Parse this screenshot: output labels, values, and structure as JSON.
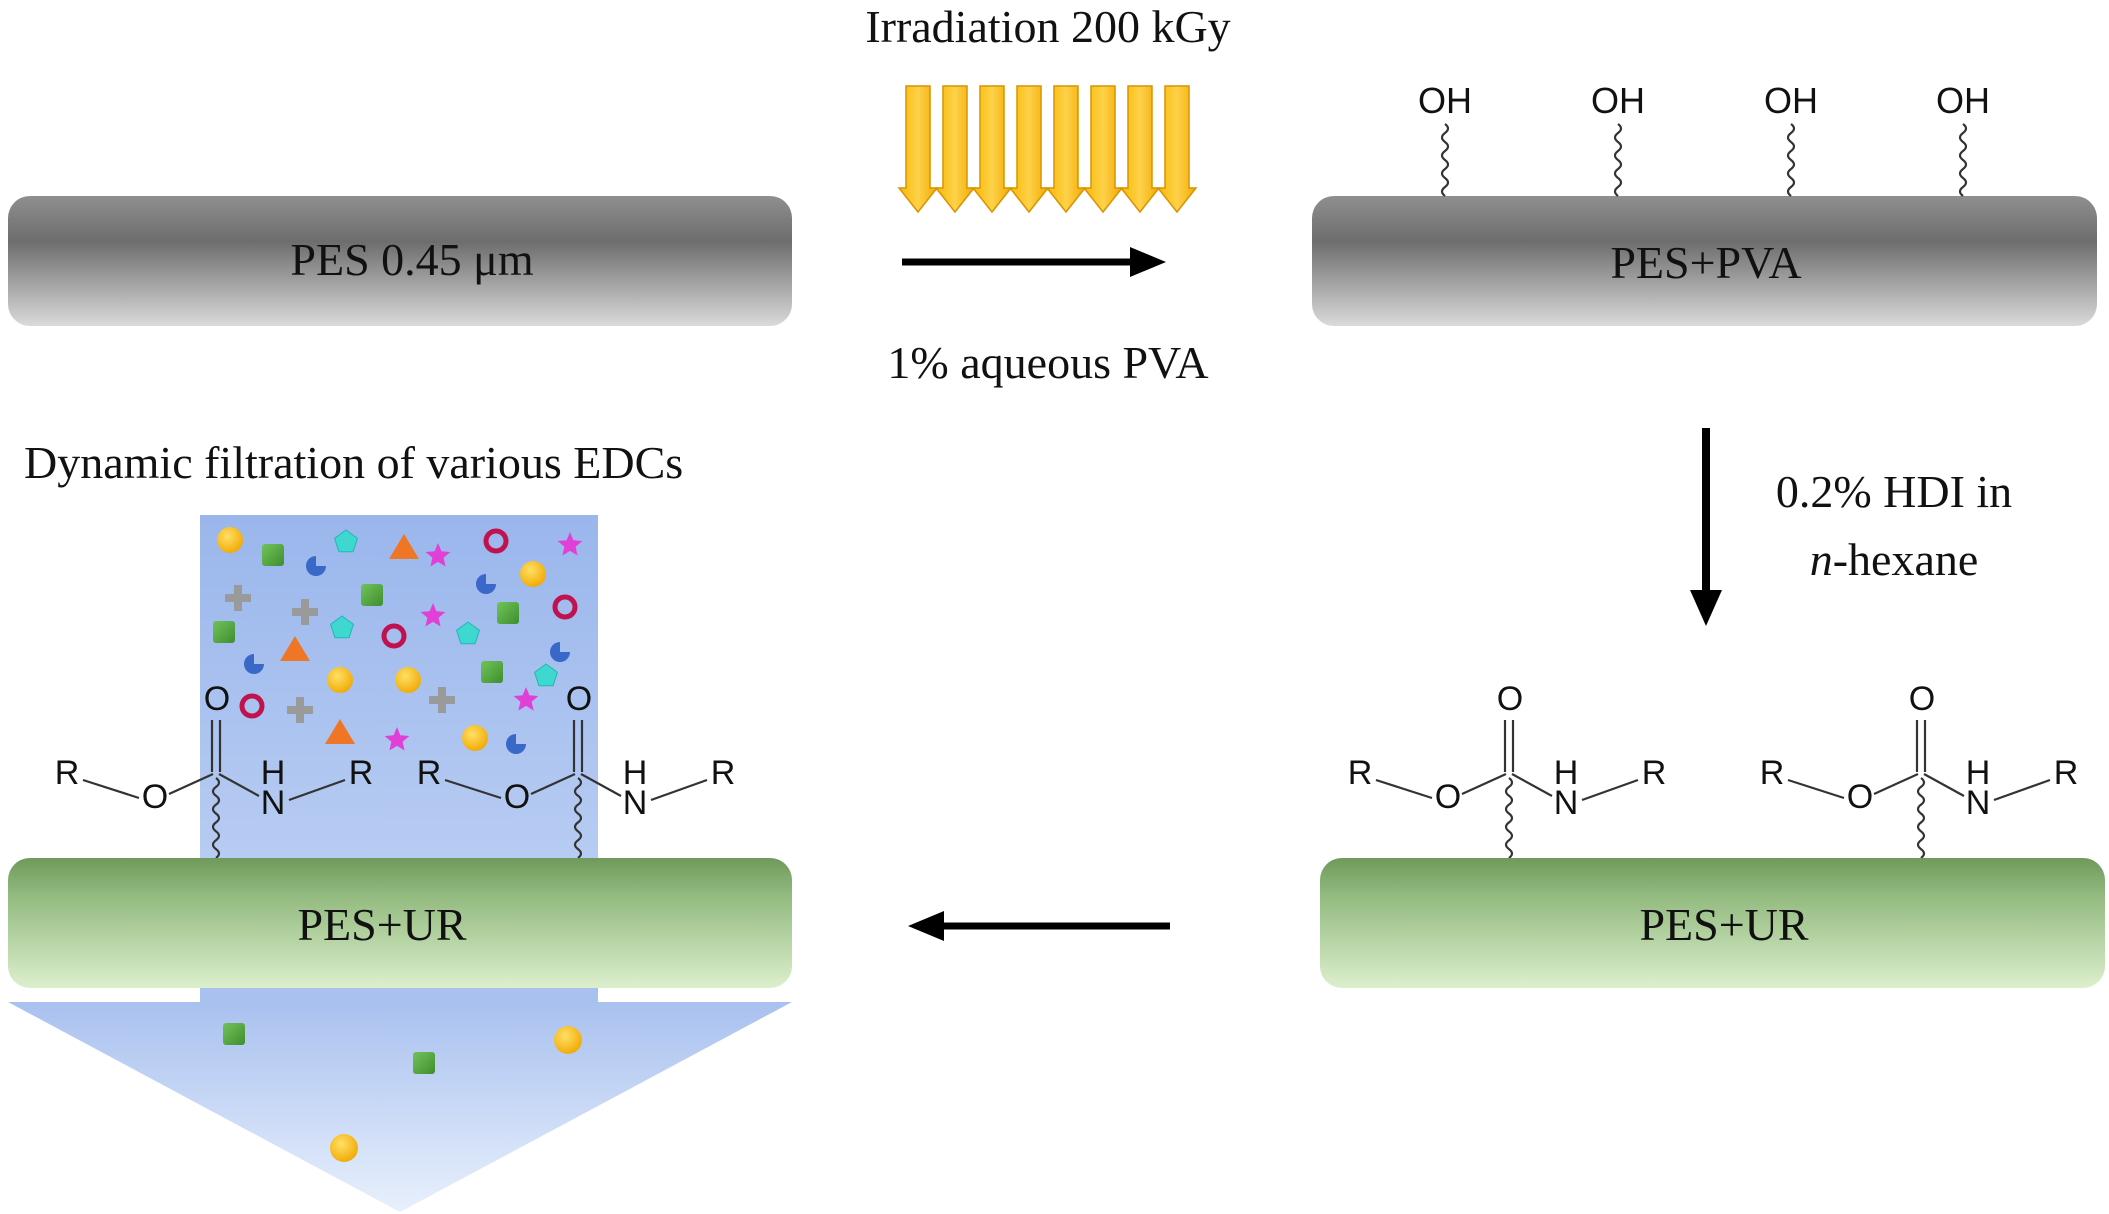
{
  "top_label": "Irradiation 200 kGy",
  "reagent_pva": "1% aqueous PVA",
  "membranes": {
    "pes": "PES 0.45 μm",
    "pes_pva": "PES+PVA",
    "pes_ur_right": "PES+UR",
    "pes_ur_left": "PES+UR"
  },
  "step_hdi": {
    "line1": "0.2% HDI in",
    "line2_italic": "n",
    "line2_rest": "-hexane"
  },
  "filtration_title": "Dynamic filtration of various EDCs",
  "chem": {
    "hydroxyl": "OH",
    "carbonyl_o": "O",
    "ester_o": "O",
    "nitrogen": "N",
    "hydrogen": "H",
    "r_group": "R"
  },
  "colors": {
    "gray_membrane_top": "#9a9a9a",
    "gray_membrane_mid": "#6f6f6f",
    "gray_membrane_bottom": "#d6d6d6",
    "green_membrane_top": "#7ea56b",
    "green_membrane_bottom": "#d8ecc8",
    "irradiation_orange": "#f7b500",
    "filtration_blue": "#98b6ec",
    "edc_yellow": "#f7b800",
    "edc_green": "#58a844",
    "edc_blue": "#3a68c8",
    "edc_cyan": "#3fd8d0",
    "edc_orange": "#ee7624",
    "edc_magenta": "#e040d6",
    "edc_crimson": "#c0124e",
    "edc_gray": "#9a9a9a"
  }
}
